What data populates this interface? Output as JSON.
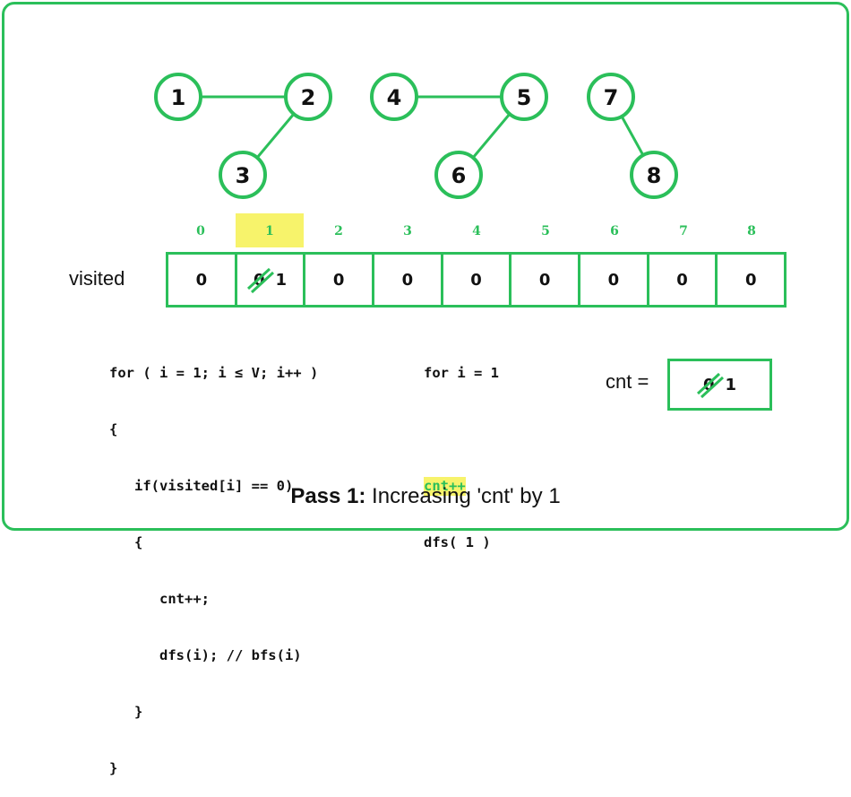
{
  "graph": {
    "nodes": [
      "1",
      "2",
      "3",
      "4",
      "5",
      "6",
      "7",
      "8"
    ],
    "edges": [
      [
        "1",
        "2"
      ],
      [
        "2",
        "3"
      ],
      [
        "4",
        "5"
      ],
      [
        "5",
        "6"
      ],
      [
        "7",
        "8"
      ]
    ]
  },
  "indices": [
    "0",
    "1",
    "2",
    "3",
    "4",
    "5",
    "6",
    "7",
    "8"
  ],
  "highlighted_index": "1",
  "visited": {
    "label": "visited",
    "cells": [
      "0",
      "1",
      "0",
      "0",
      "0",
      "0",
      "0",
      "0",
      "0"
    ],
    "changed_cell_old": "0"
  },
  "code": [
    "for ( i = 1; i ≤ V; i++ )",
    "{",
    "   if(visited[i] == 0)",
    "   {",
    "      cnt++;",
    "      dfs(i); // bfs(i)",
    "   }",
    "}"
  ],
  "trace": {
    "loop": "for i = 1",
    "step1": "cnt++",
    "step2": "dfs( 1 )"
  },
  "cnt": {
    "label": "cnt =",
    "old": "0",
    "value": "1"
  },
  "caption": {
    "bold": "Pass 1:",
    "text": " Increasing 'cnt' by 1"
  },
  "colors": {
    "accent": "#2bbf5a",
    "highlight": "#f7f36b"
  }
}
